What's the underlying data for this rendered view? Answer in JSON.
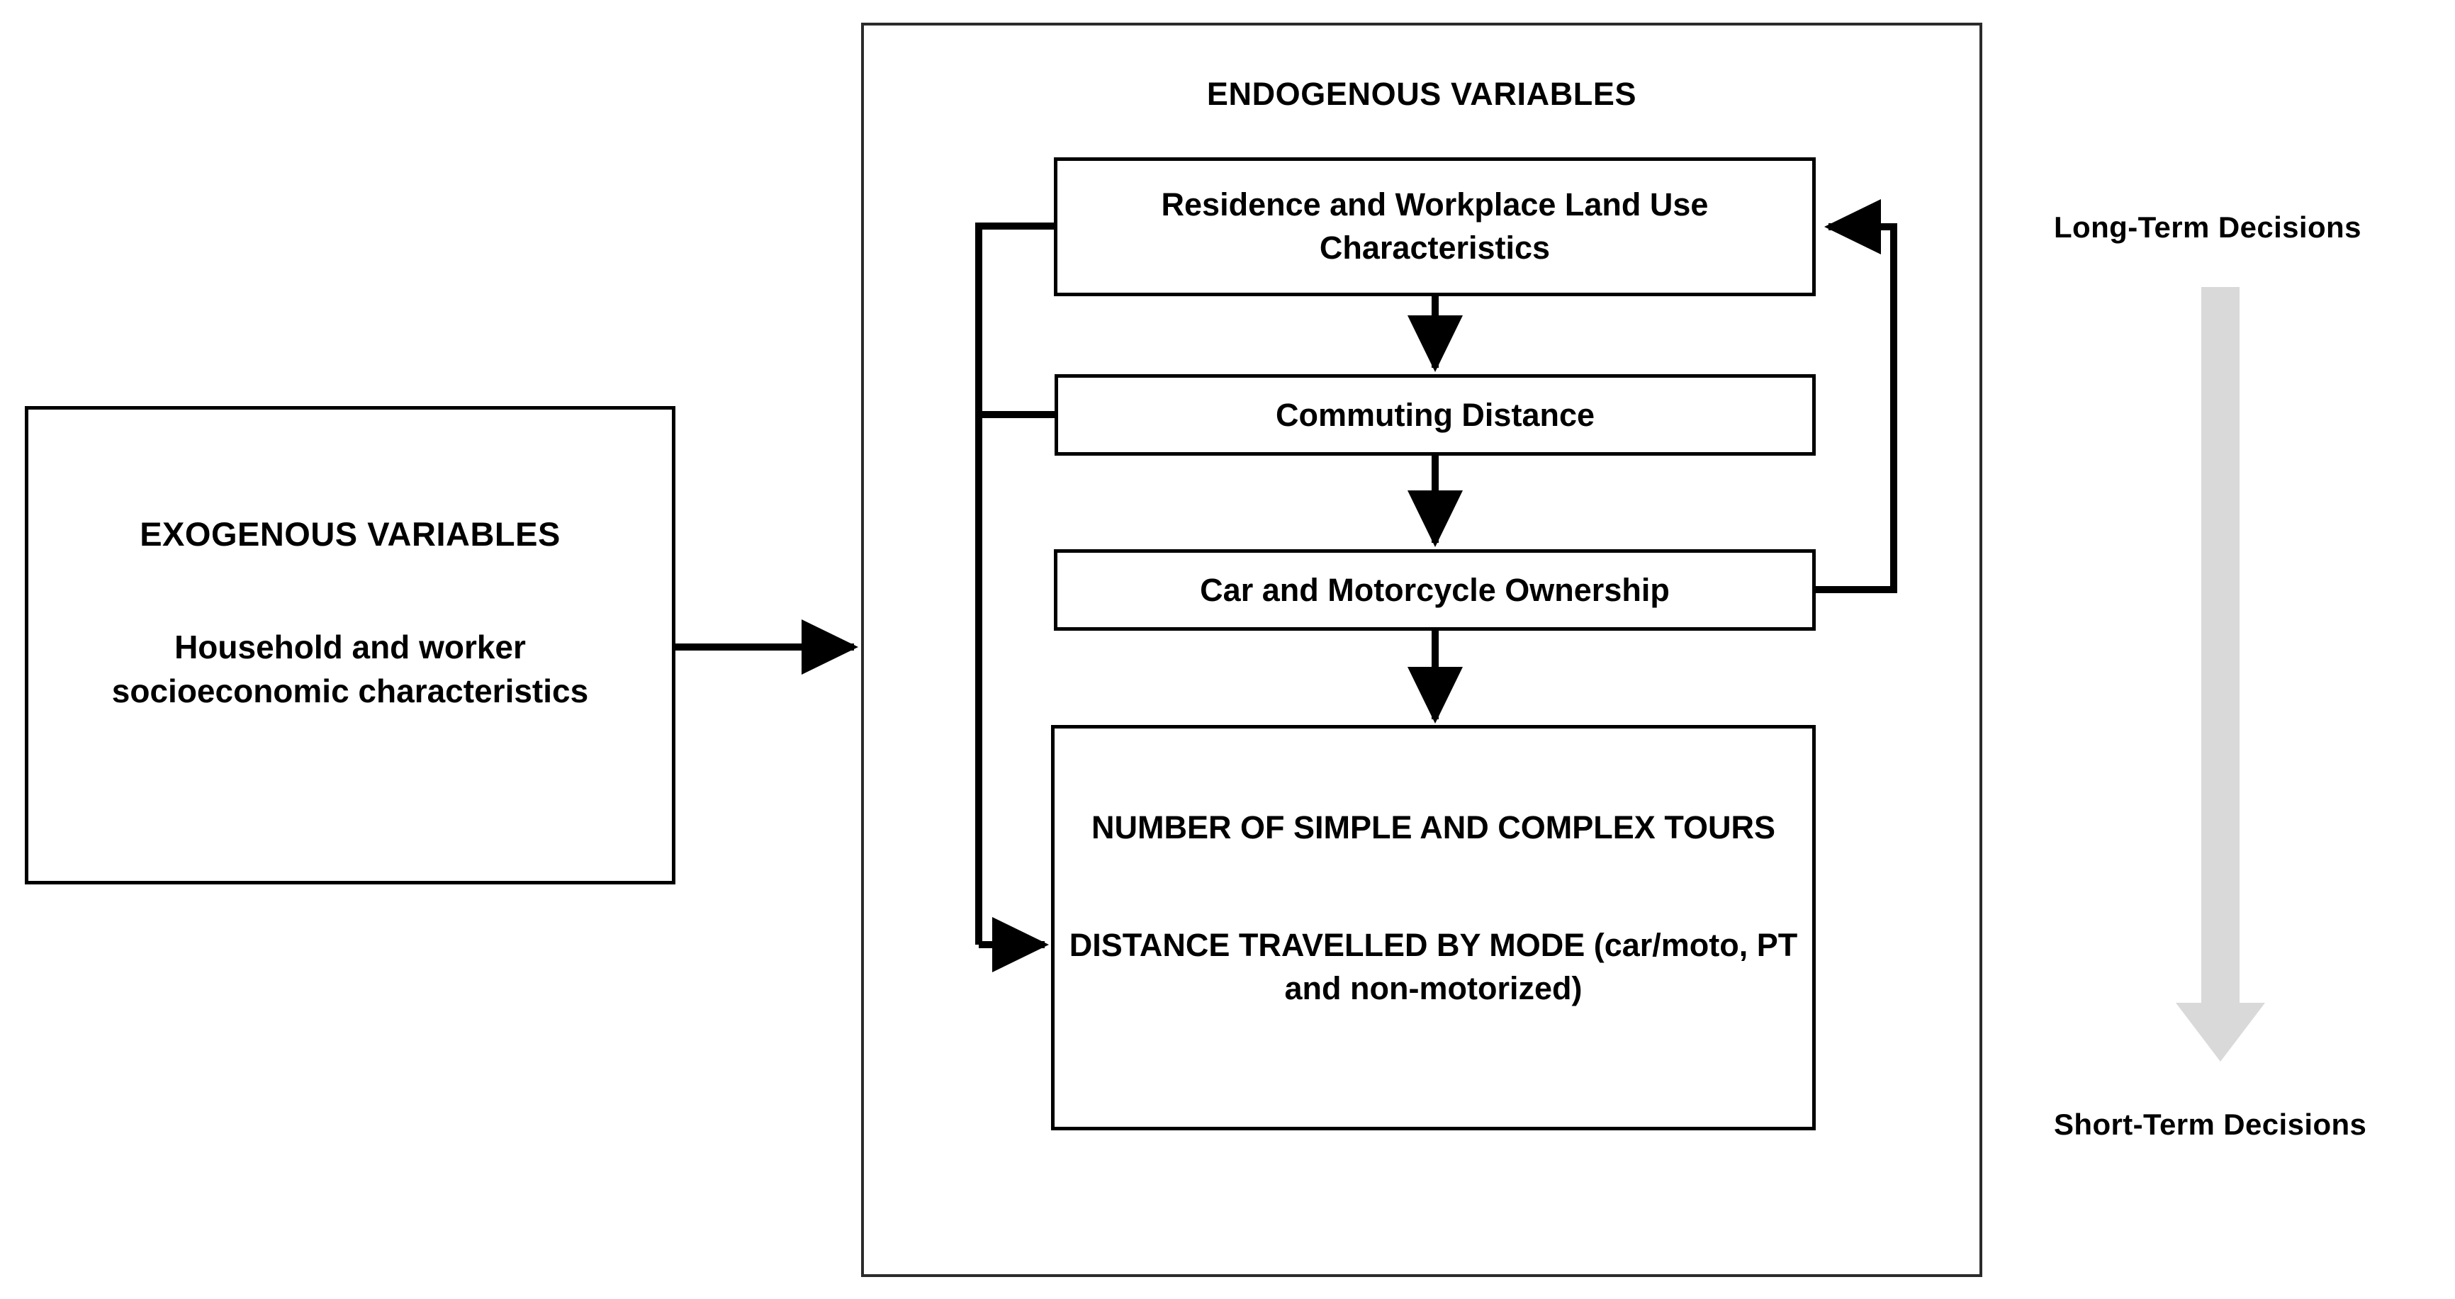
{
  "diagram": {
    "title_exogenous": "EXOGENOUS VARIABLES",
    "exogenous_subtitle": "Household and worker socioeconomic characteristics",
    "title_endogenous": "ENDOGENOUS VARIABLES",
    "nodes": [
      {
        "id": "residence",
        "label": "Residence and Workplace Land Use Characteristics"
      },
      {
        "id": "commuting",
        "label": "Commuting Distance"
      },
      {
        "id": "ownership",
        "label": "Car and Motorcycle Ownership"
      },
      {
        "id": "tours_1",
        "label": "NUMBER OF  SIMPLE AND COMPLEX TOURS"
      },
      {
        "id": "tours_2",
        "label": "DISTANCE TRAVELLED BY MODE (car/moto, PT and non-motorized)"
      }
    ],
    "side_labels": {
      "top": "Long-Term Decisions",
      "bottom": "Short-Term Decisions"
    },
    "icons": {
      "timeline_arrow": "down-arrow-icon"
    },
    "colors": {
      "stroke": "#000000",
      "panel_stroke": "#2b2b2b",
      "timeline_arrow": "#d9d9d9",
      "background": "#ffffff"
    }
  }
}
